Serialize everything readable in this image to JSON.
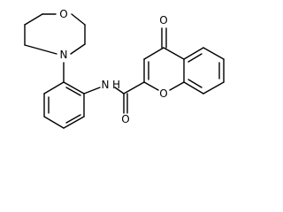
{
  "molecule": {
    "atoms": {
      "morpholine_oxygen": "O",
      "morpholine_nitrogen": "N",
      "amide_nitrogen": "N",
      "amide_hydrogen": "H",
      "carbonyl_oxygen": "O",
      "ketone_oxygen": "O",
      "ring_oxygen": "O"
    },
    "colors": {
      "bond": "#000000",
      "label": "#000000",
      "background": "#ffffff"
    }
  }
}
